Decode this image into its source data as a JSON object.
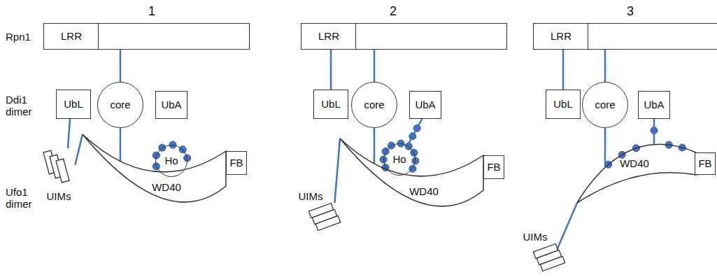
{
  "diagram": {
    "nodes": [
      {
        "text": [
          "LRR"
        ]
      },
      {
        "text": [
          "UbL"
        ]
      },
      {
        "text": [
          "core"
        ]
      },
      {
        "text": [
          "UbA"
        ]
      },
      {
        "text": [
          "UIMs"
        ]
      },
      {
        "text": [
          "WD40"
        ]
      },
      {
        "text": [
          "Ho"
        ]
      },
      {
        "text": [
          "FB"
        ]
      },
      {
        "text": [
          "LRR"
        ]
      },
      {
        "text": [
          "UbL"
        ]
      },
      {
        "text": [
          "core"
        ]
      },
      {
        "text": [
          "UbA"
        ]
      },
      {
        "text": [
          "UIMs"
        ]
      },
      {
        "text": [
          "WD40"
        ]
      },
      {
        "text": [
          "Ho"
        ]
      },
      {
        "text": [
          "FB"
        ]
      },
      {
        "text": [
          "LRR"
        ]
      },
      {
        "text": [
          "UbL"
        ]
      },
      {
        "text": [
          "core"
        ]
      },
      {
        "text": [
          "UbA"
        ]
      },
      {
        "text": [
          "UIMs"
        ]
      },
      {
        "text": [
          "WD40"
        ]
      },
      {
        "text": [
          "FB"
        ]
      }
    ],
    "edges": [
      {
        "from": 0,
        "to": 2,
        "arrow": "none"
      },
      {
        "from": 2,
        "to": 5,
        "arrow": "none"
      },
      {
        "from": 1,
        "to": 4,
        "arrow": "none"
      },
      {
        "from": 4,
        "to": 5,
        "arrow": "none"
      },
      {
        "from": 8,
        "to": 9,
        "arrow": "none"
      },
      {
        "from": 8,
        "to": 10,
        "arrow": "none"
      },
      {
        "from": 10,
        "to": 13,
        "arrow": "none"
      },
      {
        "from": 11,
        "to": 14,
        "arrow": "none"
      },
      {
        "from": 12,
        "to": 13,
        "arrow": "none"
      },
      {
        "from": 16,
        "to": 17,
        "arrow": "none"
      },
      {
        "from": 16,
        "to": 18,
        "arrow": "none"
      },
      {
        "from": 18,
        "to": 21,
        "arrow": "none"
      },
      {
        "from": 19,
        "to": 21,
        "arrow": "none"
      },
      {
        "from": 20,
        "to": 21,
        "arrow": "none"
      }
    ],
    "labels": [
      "1",
      "2",
      "3",
      "Rpn1",
      "Ddi1 dimer",
      "Ufo1 dimer"
    ]
  }
}
